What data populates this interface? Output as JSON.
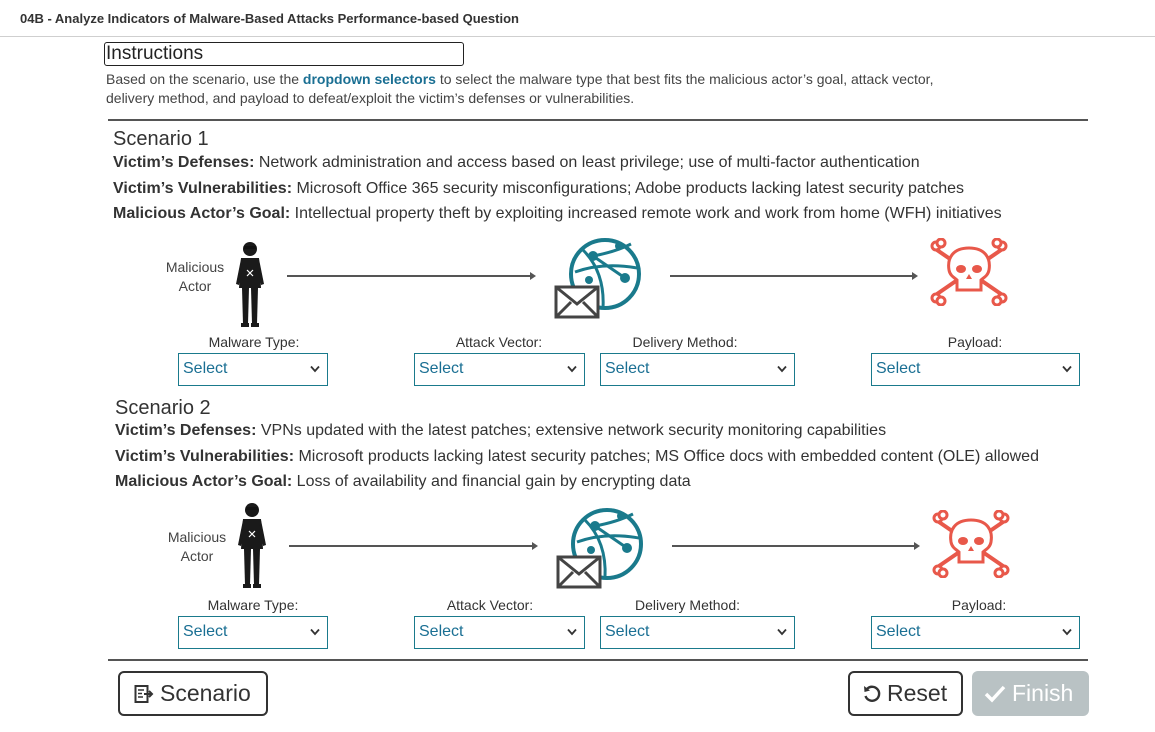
{
  "header": {
    "title": "04B - Analyze Indicators of Malware-Based Attacks Performance-based Question"
  },
  "instructions": {
    "heading": "Instructions",
    "text_before": "Based on the scenario, use the ",
    "highlight": "dropdown selectors",
    "text_after": " to select the malware type that best fits the malicious actor’s goal, attack vector, delivery method, and payload to defeat/exploit the victim’s defenses or vulnerabilities."
  },
  "scenarios": [
    {
      "title": "Scenario 1",
      "defenses_label": "Victim’s Defenses:",
      "defenses": " Network administration and access based on least privilege; use of multi-factor authentication",
      "vulns_label": "Victim’s Vulnerabilities:",
      "vulns": " Microsoft Office 365 security misconfigurations; Adobe products lacking latest security patches",
      "goal_label": "Malicious Actor’s Goal:",
      "goal": " Intellectual property theft by exploiting increased remote work and work from home (WFH) initiatives",
      "actor_label_1": "Malicious",
      "actor_label_2": "Actor",
      "malware_type_label": "Malware Type:",
      "attack_vector_label": "Attack Vector:",
      "delivery_method_label": "Delivery Method:",
      "payload_label": "Payload:",
      "malware_type_value": "Select",
      "attack_vector_value": "Select",
      "delivery_method_value": "Select",
      "payload_value": "Select"
    },
    {
      "title": "Scenario 2",
      "defenses_label": "Victim’s Defenses:",
      "defenses": " VPNs updated with the latest patches; extensive network security monitoring capabilities",
      "vulns_label": "Victim’s Vulnerabilities:",
      "vulns": " Microsoft products lacking latest security patches; MS Office docs with embedded content (OLE) allowed",
      "goal_label": "Malicious Actor’s Goal:",
      "goal": " Loss of availability and financial gain by encrypting data",
      "actor_label_1": "Malicious",
      "actor_label_2": "Actor",
      "malware_type_label": "Malware Type:",
      "attack_vector_label": "Attack Vector:",
      "delivery_method_label": "Delivery Method:",
      "payload_label": "Payload:",
      "malware_type_value": "Select",
      "attack_vector_value": "Select",
      "delivery_method_value": "Select",
      "payload_value": "Select"
    }
  ],
  "footer": {
    "scenario_button": "Scenario",
    "reset_button": "Reset",
    "finish_button": "Finish"
  },
  "icons": {
    "actor": "hacker-figure-icon",
    "network": "globe-network-icon",
    "email": "envelope-icon",
    "payload": "skull-crossbones-icon",
    "scenario": "document-arrow-icon",
    "reset": "undo-icon",
    "finish": "check-icon"
  },
  "colors": {
    "accent": "#1a7a8c",
    "skull": "#e8584a",
    "finish_disabled": "#b9c2c4"
  }
}
